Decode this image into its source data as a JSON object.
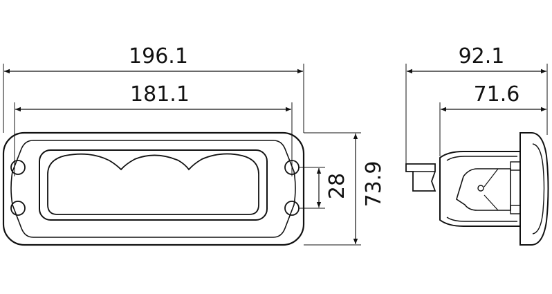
{
  "dimensions": {
    "front_overall_width": "196.1",
    "front_inner_width": "181.1",
    "side_overall_depth": "92.1",
    "side_body_depth": "71.6",
    "mount_hole_spacing": "28",
    "overall_height": "73.9"
  }
}
